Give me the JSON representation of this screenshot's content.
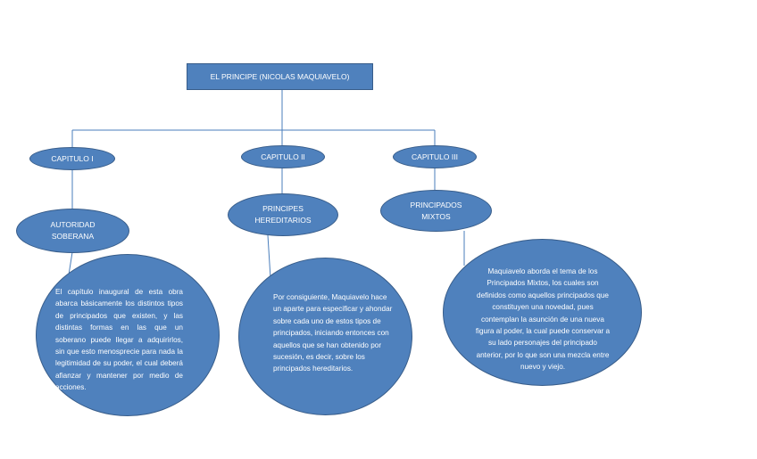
{
  "title": "EL PRINCIPE (NICOLAS MAQUIAVELO)",
  "chapters": [
    {
      "label": "CAPITULO I",
      "topic": "AUTORIDAD\nSOBERANA",
      "description": "El capítulo inaugural de esta obra abarca básicamente los distintos tipos de principados que existen, y las distintas formas en las que un soberano puede llegar a adquirirlos, sin que esto menosprecie para nada la legitimidad de su poder, el cual deberá afianzar y mantener por medio de acciones."
    },
    {
      "label": "CAPITULO II",
      "topic": "PRINCIPES\nHEREDITARIOS",
      "description": "Por consiguiente, Maquiavelo hace un aparte para especificar y ahondar sobre cada uno de estos tipos de principados, iniciando entonces con aquellos que se han obtenido por sucesión, es decir, sobre los principados hereditarios."
    },
    {
      "label": "CAPITULO III",
      "topic": "PRINCIPADOS\nMIXTOS",
      "description": "Maquiavelo aborda el tema de los Principados Mixtos, los cuales son definidos como aquellos principados que constituyen una novedad, pues contemplan la asunción de una nueva figura al poder, la cual puede conservar a su lado personajes del principado anterior, por lo que son una mezcla entre nuevo y viejo."
    }
  ],
  "colors": {
    "fill": "#4f81bd",
    "stroke": "#385d8a",
    "connector": "#4a7ebb",
    "text": "#ffffff"
  }
}
